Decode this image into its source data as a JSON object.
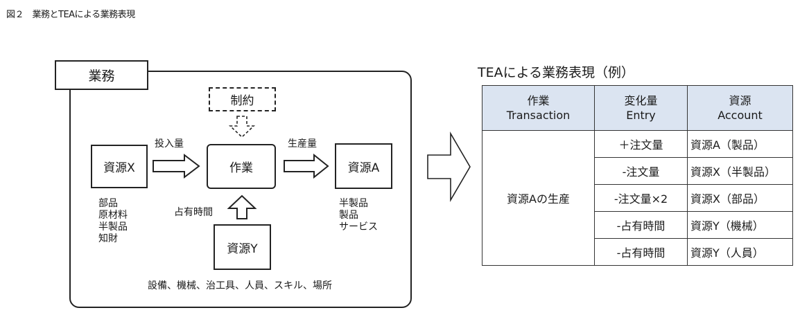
{
  "caption": "図２　業務とTEAによる業務表現",
  "diagram": {
    "frame_label": "業務",
    "constraint": "制約",
    "resource_x": "資源X",
    "work": "作業",
    "resource_a": "資源A",
    "resource_y": "資源Y",
    "input_label": "投入量",
    "output_label": "生産量",
    "occupied_label": "占有時間",
    "resource_x_items": [
      "部品",
      "原材料",
      "半製品",
      "知財"
    ],
    "resource_a_items": [
      "半製品",
      "製品",
      "サービス"
    ],
    "resource_y_items": "設備、機械、治工具、人員、スキル、場所"
  },
  "table": {
    "title": "TEAによる業務表現（例）",
    "headers": [
      {
        "jp": "作業",
        "en": "Transaction"
      },
      {
        "jp": "変化量",
        "en": "Entry"
      },
      {
        "jp": "資源",
        "en": "Account"
      }
    ],
    "transaction": "資源Aの生産",
    "rows": [
      {
        "entry": "＋注文量",
        "account": "資源A（製品）"
      },
      {
        "entry": "-注文量",
        "account": "資源X（半製品）"
      },
      {
        "entry": "-注文量×2",
        "account": "資源X（部品）"
      },
      {
        "entry": "-占有時間",
        "account": "資源Y（機械）"
      },
      {
        "entry": "-占有時間",
        "account": "資源Y（人員）"
      }
    ]
  }
}
